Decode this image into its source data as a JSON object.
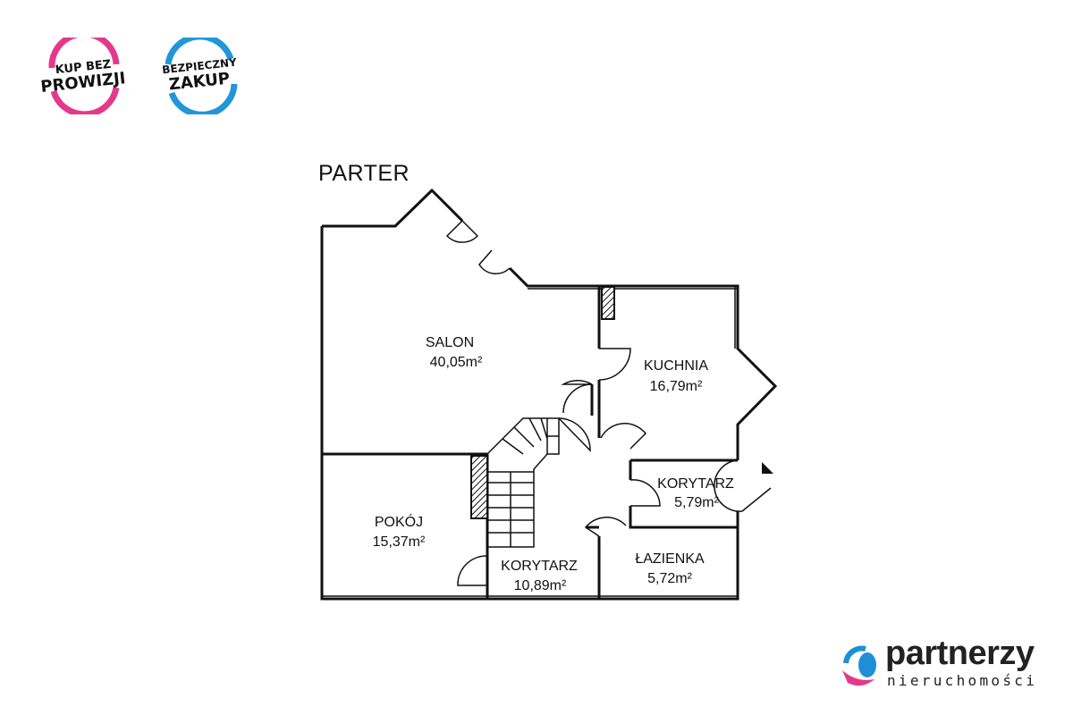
{
  "badges": [
    {
      "line1": "KUP BEZ",
      "line2": "PROWIZJI",
      "color": "#e4398b"
    },
    {
      "line1": "BEZPIECZNY",
      "line2": "ZAKUP",
      "color": "#2196d8"
    }
  ],
  "plan": {
    "title": "PARTER",
    "rooms": [
      {
        "name": "SALON",
        "area": "40,05m²"
      },
      {
        "name": "KUCHNIA",
        "area": "16,79m²"
      },
      {
        "name": "KORYTARZ",
        "area": "5,79m²"
      },
      {
        "name": "POKÓJ",
        "area": "15,37m²"
      },
      {
        "name": "KORYTARZ",
        "area": "10,89m²"
      },
      {
        "name": "ŁAZIENKA",
        "area": "5,72m²"
      }
    ]
  },
  "brand": {
    "name": "partnerzy",
    "subtitle": "nieruchomości",
    "blue": "#1e8fd6",
    "pink": "#e4398b"
  }
}
